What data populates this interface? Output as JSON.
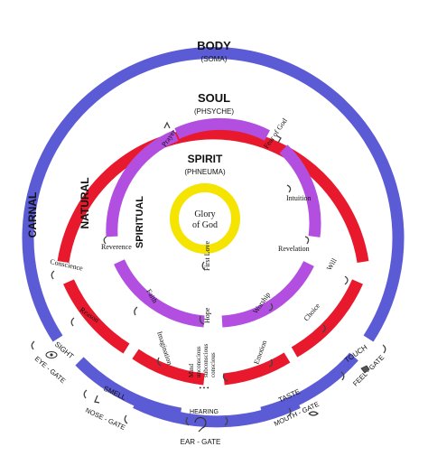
{
  "diagram": {
    "colors": {
      "body_ring": "#5b5bd6",
      "soul_ring": "#e8192c",
      "spirit_ring": "#b24fe0",
      "core": "#f5e400",
      "background": "#ffffff"
    },
    "body": {
      "title": "BODY",
      "subtitle": "(SOMA)",
      "side_label": "CARNAL"
    },
    "soul": {
      "title": "SOUL",
      "subtitle": "(PHSYCHE)",
      "side_label": "NATURAL"
    },
    "spirit": {
      "title": "SPIRIT",
      "subtitle": "(PHNEUMA)",
      "side_label": "SPIRITUAL"
    },
    "core": {
      "line1": "Glory",
      "line2": "of God",
      "below": "First Love"
    },
    "spirit_labels": {
      "prayer": "Prayer",
      "fear_of_god": "Fear of God",
      "intuition": "Intuition",
      "revelation": "Revelation",
      "worship": "Worship",
      "hope": "Hope",
      "faith": "Faith",
      "reverence": "Reverence"
    },
    "soul_labels": {
      "will": "Will",
      "choice": "Choice",
      "emotion": "Emotion",
      "mind_line1": "Mind",
      "mind_line2": "unconscious",
      "mind_line3": "subconscious",
      "mind_line4": "conscious",
      "imagination": "Imagination",
      "reason": "Reason",
      "conscience": "Conscience"
    },
    "senses": {
      "sight": "SIGHT",
      "smell": "SMELL",
      "hearing": "HEARING",
      "taste": "TASTE",
      "touch": "TOUCH"
    },
    "gates": {
      "eye": "EYE - GATE",
      "nose": "NOSE - GATE",
      "ear": "EAR - GATE",
      "mouth": "MOUTH - GATE",
      "feel": "FEEL - GATE"
    },
    "dots": "• • •",
    "icons": [
      "eye-icon",
      "nose-icon",
      "ear-icon",
      "mouth-icon",
      "hand-icon",
      "arrow-icon"
    ]
  }
}
